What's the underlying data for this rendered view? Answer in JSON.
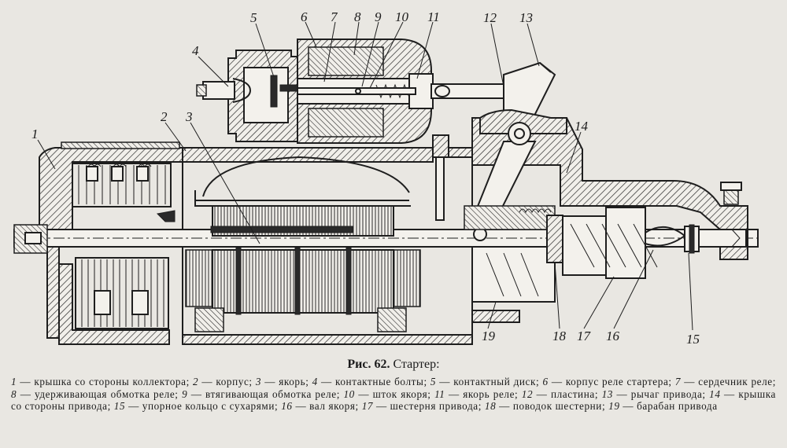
{
  "figure": {
    "number": "Рис. 62.",
    "title": "Стартер:"
  },
  "callouts": [
    "1",
    "2",
    "3",
    "4",
    "5",
    "6",
    "7",
    "8",
    "9",
    "10",
    "11",
    "12",
    "13",
    "14",
    "15",
    "16",
    "17",
    "18",
    "19"
  ],
  "legend": [
    {
      "num": "1",
      "text": "— крышка со стороны коллектора;"
    },
    {
      "num": "2",
      "text": "— корпус;"
    },
    {
      "num": "3",
      "text": "— якорь;"
    },
    {
      "num": "4",
      "text": "— контактные болты;"
    },
    {
      "num": "5",
      "text": "— контактный диск;"
    },
    {
      "num": "6",
      "text": "— корпус реле стартера;"
    },
    {
      "num": "7",
      "text": "— сердечник реле;"
    },
    {
      "num": "8",
      "text": "— удерживающая обмотка реле;"
    },
    {
      "num": "9",
      "text": "— втягивающая обмотка реле;"
    },
    {
      "num": "10",
      "text": "— шток якоря;"
    },
    {
      "num": "11",
      "text": "— якорь реле;"
    },
    {
      "num": "12",
      "text": "— пластина;"
    },
    {
      "num": "13",
      "text": "— рычаг привода;"
    },
    {
      "num": "14",
      "text": "— крышка со стороны привода;"
    },
    {
      "num": "15",
      "text": "— упорное кольцо с сухарями;"
    },
    {
      "num": "16",
      "text": "— вал якоря;"
    },
    {
      "num": "17",
      "text": "— шестерня привода;"
    },
    {
      "num": "18",
      "text": "— поводок шестерни;"
    },
    {
      "num": "19",
      "text": "— барабан привода"
    }
  ]
}
